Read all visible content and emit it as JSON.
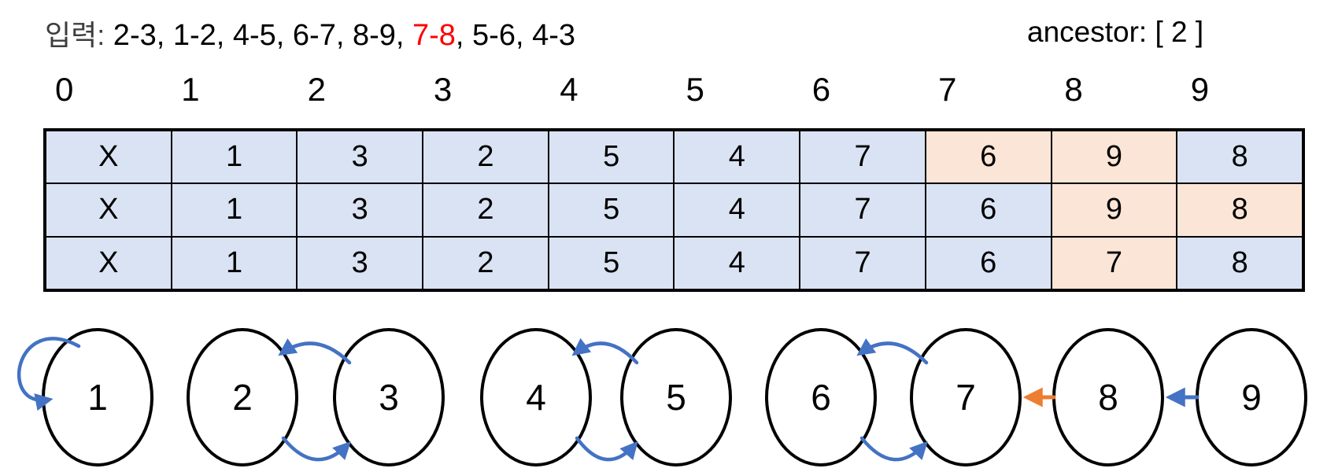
{
  "header": {
    "input_label": "입력:",
    "input_before": " 2-3, 1-2, 4-5, 6-7, 8-9, ",
    "input_highlight": "7-8",
    "input_after": ", 5-6, 4-3",
    "ancestor_text": "ancestor: [ 2 ]"
  },
  "colors": {
    "input_label": "#3d3d3d",
    "input_highlight": "#ff0000",
    "cell_blue": "#dae3f3",
    "cell_orange": "#fbe5d6",
    "arrow_blue": "#4472c4",
    "arrow_orange": "#ed7d31"
  },
  "array_table": {
    "indices": [
      "0",
      "1",
      "2",
      "3",
      "4",
      "5",
      "6",
      "7",
      "8",
      "9"
    ],
    "rows": [
      {
        "values": [
          "X",
          "1",
          "3",
          "2",
          "5",
          "4",
          "7",
          "6",
          "9",
          "8"
        ],
        "highlighted_indices": [
          7,
          8
        ]
      },
      {
        "values": [
          "X",
          "1",
          "3",
          "2",
          "5",
          "4",
          "7",
          "6",
          "9",
          "8"
        ],
        "highlighted_indices": [
          8,
          9
        ]
      },
      {
        "values": [
          "X",
          "1",
          "3",
          "2",
          "5",
          "4",
          "7",
          "6",
          "7",
          "8"
        ],
        "highlighted_indices": [
          8
        ]
      }
    ]
  },
  "graph": {
    "nodes": [
      "1",
      "2",
      "3",
      "4",
      "5",
      "6",
      "7",
      "8",
      "9"
    ],
    "edges": [
      {
        "from": "1",
        "to": "1",
        "style": "self-loop",
        "color": "blue"
      },
      {
        "from": "3",
        "to": "2",
        "style": "arc-top",
        "color": "blue"
      },
      {
        "from": "2",
        "to": "3",
        "style": "arc-bottom",
        "color": "blue"
      },
      {
        "from": "5",
        "to": "4",
        "style": "arc-top",
        "color": "blue"
      },
      {
        "from": "4",
        "to": "5",
        "style": "arc-bottom",
        "color": "blue"
      },
      {
        "from": "7",
        "to": "6",
        "style": "arc-top",
        "color": "blue"
      },
      {
        "from": "6",
        "to": "7",
        "style": "arc-bottom",
        "color": "blue"
      },
      {
        "from": "8",
        "to": "7",
        "style": "straight",
        "color": "orange"
      },
      {
        "from": "9",
        "to": "8",
        "style": "straight",
        "color": "blue"
      }
    ]
  }
}
